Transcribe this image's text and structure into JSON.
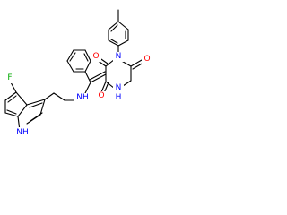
{
  "molecule": {
    "atoms": {
      "fluorine": "F",
      "indole_nh": "NH",
      "amine_nh": "NH",
      "ring_n1": "N",
      "imide_nh": "N",
      "imide_h": "H",
      "oxygen_top": "O",
      "oxygen_right": "O",
      "oxygen_bottom": "O"
    }
  },
  "colors": {
    "oxygen": "#ff0000",
    "nitrogen": "#0000ff",
    "fluorine": "#00aa00",
    "bond": "#000000"
  }
}
